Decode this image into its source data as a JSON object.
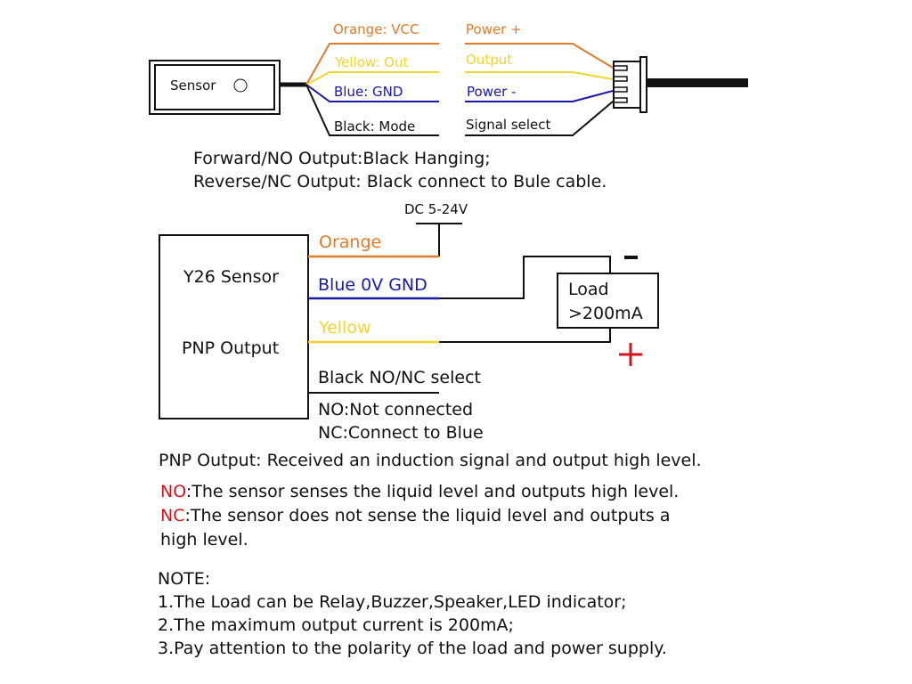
{
  "colors": {
    "orange": "#e07b2a",
    "yellow": "#f0d530",
    "blue": "#1a1aa8",
    "black": "#111111",
    "red": "#d0161c"
  },
  "wiring": {
    "sensor_label": "Sensor",
    "wire_labels_left": [
      "Orange: VCC",
      "Yellow: Out",
      "Blue: GND",
      "Black: Mode"
    ],
    "wire_labels_right": [
      "Power +",
      "Output",
      "Power -",
      "Signal select"
    ],
    "mode_notes": [
      "Forward/NO Output:Black Hanging;",
      "Reverse/NC Output: Black connect to Bule cable."
    ]
  },
  "circuit": {
    "supply_label": "DC 5-24V",
    "sensor_title": "Y26 Sensor",
    "sensor_output": "PNP Output",
    "wires": [
      "Orange",
      "Blue 0V GND",
      "Yellow",
      "Black NO/NC select"
    ],
    "select_notes": [
      "NO:Not connected",
      "NC:Connect  to Blue"
    ],
    "load_lines": [
      "Load",
      ">200mA"
    ],
    "minus_sign": "−",
    "plus_sign": "+"
  },
  "description": {
    "pnp_line": "PNP  Output: Received an induction signal and output  high level.",
    "no_prefix": "NO",
    "no_text": ":The sensor senses the liquid level and outputs  high  level.",
    "nc_prefix": "NC",
    "nc_text": ":The sensor does not sense the liquid level and outputs a",
    "nc_text2": "high level."
  },
  "notes": {
    "title": "NOTE:",
    "items": [
      "1.The Load can be Relay,Buzzer,Speaker,LED indicator;",
      "2.The maximum output current is 200mA;",
      "3.Pay attention to the polarity of the load and power supply."
    ]
  }
}
